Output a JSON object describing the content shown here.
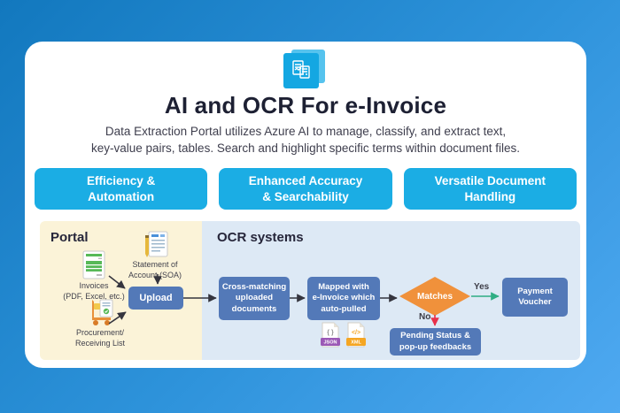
{
  "header": {
    "logo_icon": "documents-scan-icon",
    "title": "AI and OCR For e-Invoice",
    "subtitle": "Data Extraction Portal utilizes Azure AI to manage, classify, and extract text,\nkey-value pairs, tables. Search and highlight specific terms within document files."
  },
  "benefits": [
    {
      "label": "Efficiency &\nAutomation"
    },
    {
      "label": "Enhanced Accuracy\n& Searchability"
    },
    {
      "label": "Versatile Document\nHandling"
    }
  ],
  "flowchart": {
    "portal": {
      "title": "Portal",
      "invoices_label": "Invoices\n(PDF, Excel, etc.)",
      "soa_label": "Statement of\nAccount (SOA)",
      "procurement_label": "Procurement/\nReceiving List",
      "upload_label": "Upload"
    },
    "ocr": {
      "title": "OCR systems",
      "cross_matching_label": "Cross-matching\nuploaded\ndocuments",
      "mapped_label": "Mapped with\ne-Invoice which\nauto-pulled",
      "json_badge": "JSON",
      "xml_badge": "XML",
      "matches_label": "Matches",
      "yes_label": "Yes",
      "no_label": "No",
      "payment_label": "Payment\nVoucher",
      "pending_label": "Pending Status &\npop-up feedbacks"
    }
  },
  "colors": {
    "background_start": "#1278BE",
    "background_end": "#4FA9F1",
    "card": "#FFFFFF",
    "accent_cyan": "#1BADE4",
    "portal_bg": "#FBF3D8",
    "ocr_bg": "#DDE9F5",
    "flow_box_blue": "#5379B8",
    "diamond_orange": "#F0913B",
    "yes_arrow_green": "#2FAE84",
    "no_arrow_red": "#E8304A",
    "json_badge_purple": "#9B59B6",
    "xml_badge_orange": "#F5A623"
  }
}
